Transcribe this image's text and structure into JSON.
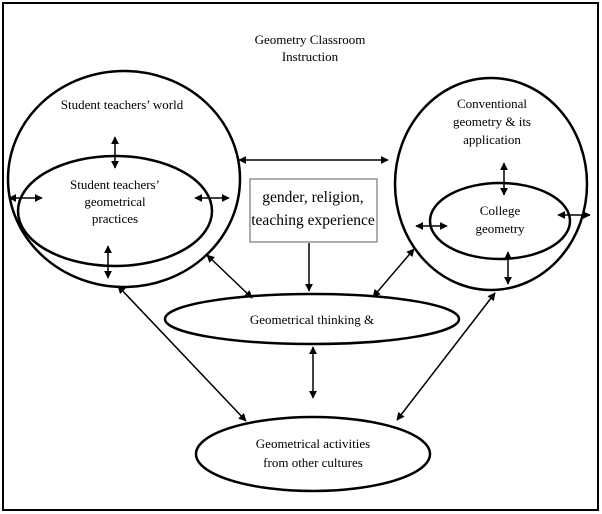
{
  "title": {
    "line1": "Geometry Classroom",
    "line2": "Instruction"
  },
  "student_world": {
    "label": "Student teachers’ world",
    "inner_line1": "Student teachers’",
    "inner_line2": "geometrical",
    "inner_line3": "practices"
  },
  "conventional": {
    "line1": "Conventional",
    "line2": "geometry & its",
    "line3": "application",
    "inner_line1": "College",
    "inner_line2": "geometry"
  },
  "factors": {
    "line1": "gender, religion,",
    "line2": "teaching experience"
  },
  "thinking": {
    "label": "Geometrical thinking &"
  },
  "activities": {
    "line1": "Geometrical activities",
    "line2": "from other cultures"
  }
}
